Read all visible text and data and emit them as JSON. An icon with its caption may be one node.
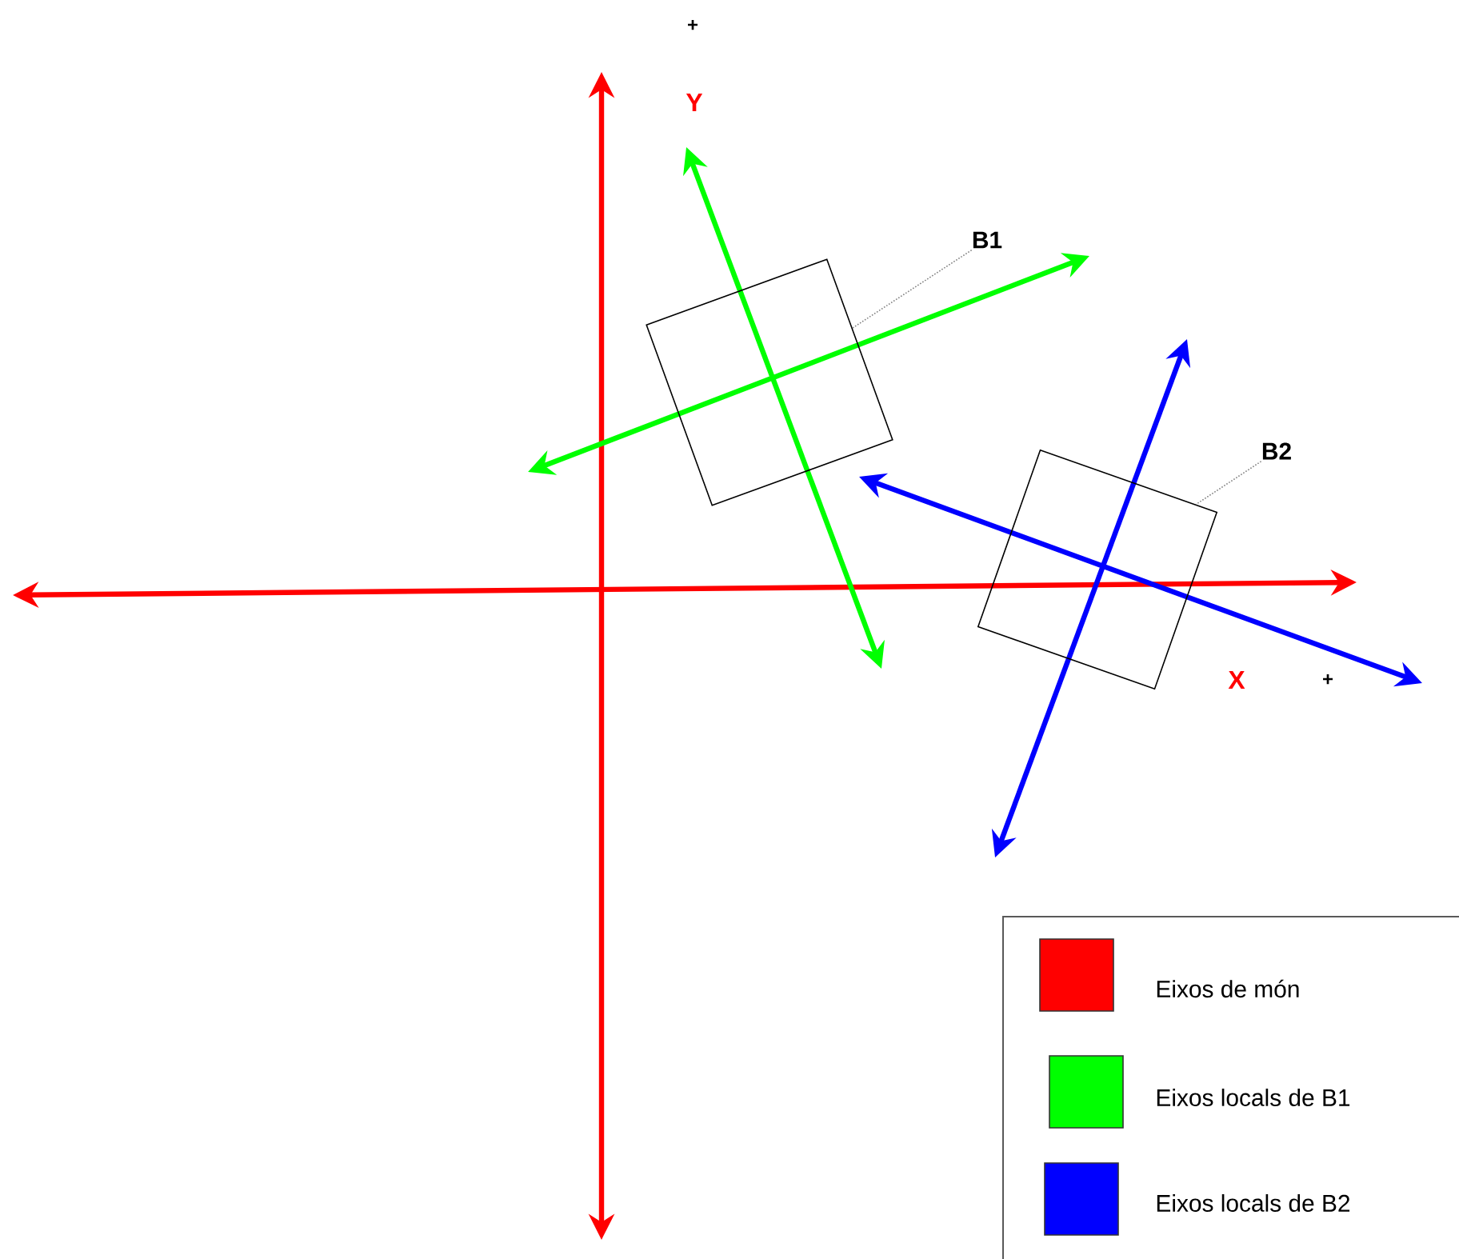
{
  "diagram": {
    "nodes": [
      {
        "text": [
          "B1"
        ]
      },
      {
        "text": [],
        "shape": "box"
      },
      {
        "text": [
          "B2"
        ]
      },
      {
        "text": [],
        "shape": "box"
      }
    ],
    "edges": [
      {
        "from": 0,
        "to": 1,
        "arrow": "none",
        "style": "dashed"
      },
      {
        "from": 2,
        "to": 3,
        "arrow": "none",
        "style": "dashed"
      }
    ],
    "labels": [
      "+",
      "Y",
      "X",
      "+"
    ],
    "legend": [
      {
        "text": "Eixos de món",
        "color": "#ff0000"
      },
      {
        "text": "Eixos locals de B1",
        "color": "#00ff00"
      },
      {
        "text": "Eixos locals de B2",
        "color": "#0000ff"
      }
    ]
  }
}
